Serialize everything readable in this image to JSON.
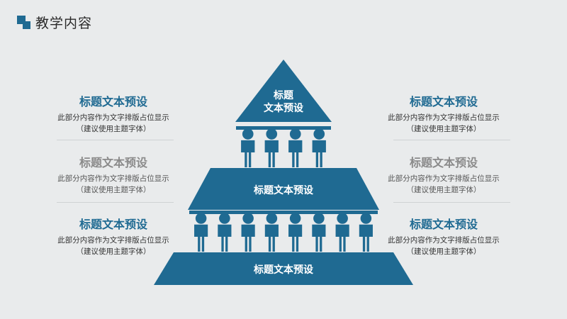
{
  "header": {
    "title": "教学内容"
  },
  "colors": {
    "accent": "#1f6a92",
    "muted": "#8a8a8a",
    "background": "#e9ebec"
  },
  "left_items": [
    {
      "title": "标题文本预设",
      "line1": "此部分内容作为文字排版占位显示",
      "line2": "（建议使用主题字体）",
      "style": "blue"
    },
    {
      "title": "标题文本预设",
      "line1": "此部分内容作为文字排版占位显示",
      "line2": "（建议使用主题字体）",
      "style": "gray"
    },
    {
      "title": "标题文本预设",
      "line1": "此部分内容作为文字排版占位显示",
      "line2": "（建议使用主题字体）",
      "style": "blue"
    }
  ],
  "right_items": [
    {
      "title": "标题文本预设",
      "line1": "此部分内容作为文字排版占位显示",
      "line2": "（建议使用主题字体）",
      "style": "blue"
    },
    {
      "title": "标题文本预设",
      "line1": "此部分内容作为文字排版占位显示",
      "line2": "（建议使用主题字体）",
      "style": "gray"
    },
    {
      "title": "标题文本预设",
      "line1": "此部分内容作为文字排版占位显示",
      "line2": "（建议使用主题字体）",
      "style": "blue"
    }
  ],
  "pyramid": {
    "top_line1": "标题",
    "top_line2": "文本预设",
    "middle": "标题文本预设",
    "bottom": "标题文本预设",
    "people_upper": 4,
    "people_lower": 8
  }
}
